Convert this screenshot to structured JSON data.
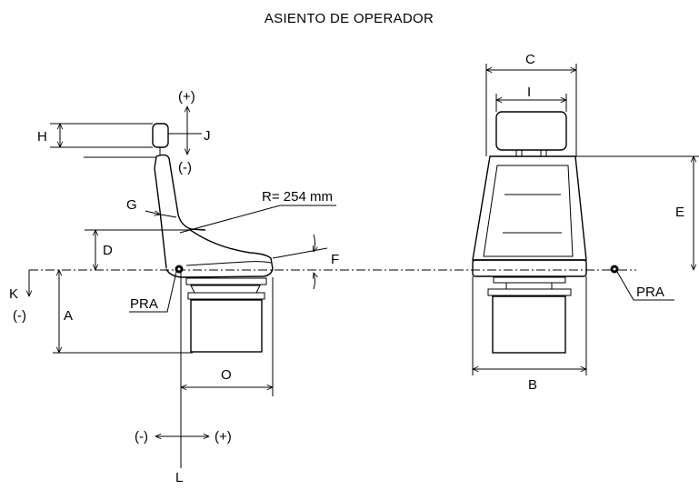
{
  "title": "ASIENTO DE OPERADOR",
  "labels": {
    "A": "A",
    "B": "B",
    "C": "C",
    "D": "D",
    "E": "E",
    "F": "F",
    "G": "G",
    "H": "H",
    "I": "I",
    "J": "J",
    "K": "K",
    "L": "L",
    "O": "O",
    "radius": "R= 254 mm",
    "pra_side": "PRA",
    "pra_front": "PRA",
    "plus_top": "(+)",
    "minus_top": "(-)",
    "minus_k": "(-)",
    "minus_bottom": "(-)",
    "plus_bottom": "(+)"
  }
}
